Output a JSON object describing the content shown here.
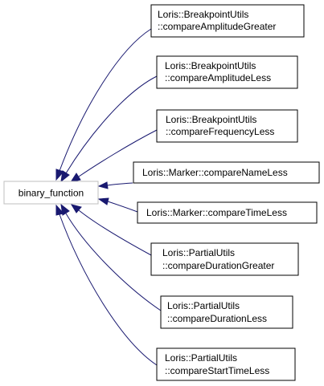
{
  "diagram": {
    "root": {
      "label": "binary_function"
    },
    "nodes": [
      {
        "line1": "Loris::BreakpointUtils",
        "line2": "::compareAmplitudeGreater"
      },
      {
        "line1": "Loris::BreakpointUtils",
        "line2": "::compareAmplitudeLess"
      },
      {
        "line1": "Loris::BreakpointUtils",
        "line2": "::compareFrequencyLess"
      },
      {
        "line1": "Loris::Marker::compareNameLess",
        "line2": ""
      },
      {
        "line1": "Loris::Marker::compareTimeLess",
        "line2": ""
      },
      {
        "line1": "Loris::PartialUtils",
        "line2": "::compareDurationGreater"
      },
      {
        "line1": "Loris::PartialUtils",
        "line2": "::compareDurationLess"
      },
      {
        "line1": "Loris::PartialUtils",
        "line2": "::compareStartTimeLess"
      }
    ],
    "colors": {
      "edge": "#191970",
      "root_border": "#bfbfbf",
      "node_border": "#000000"
    }
  }
}
